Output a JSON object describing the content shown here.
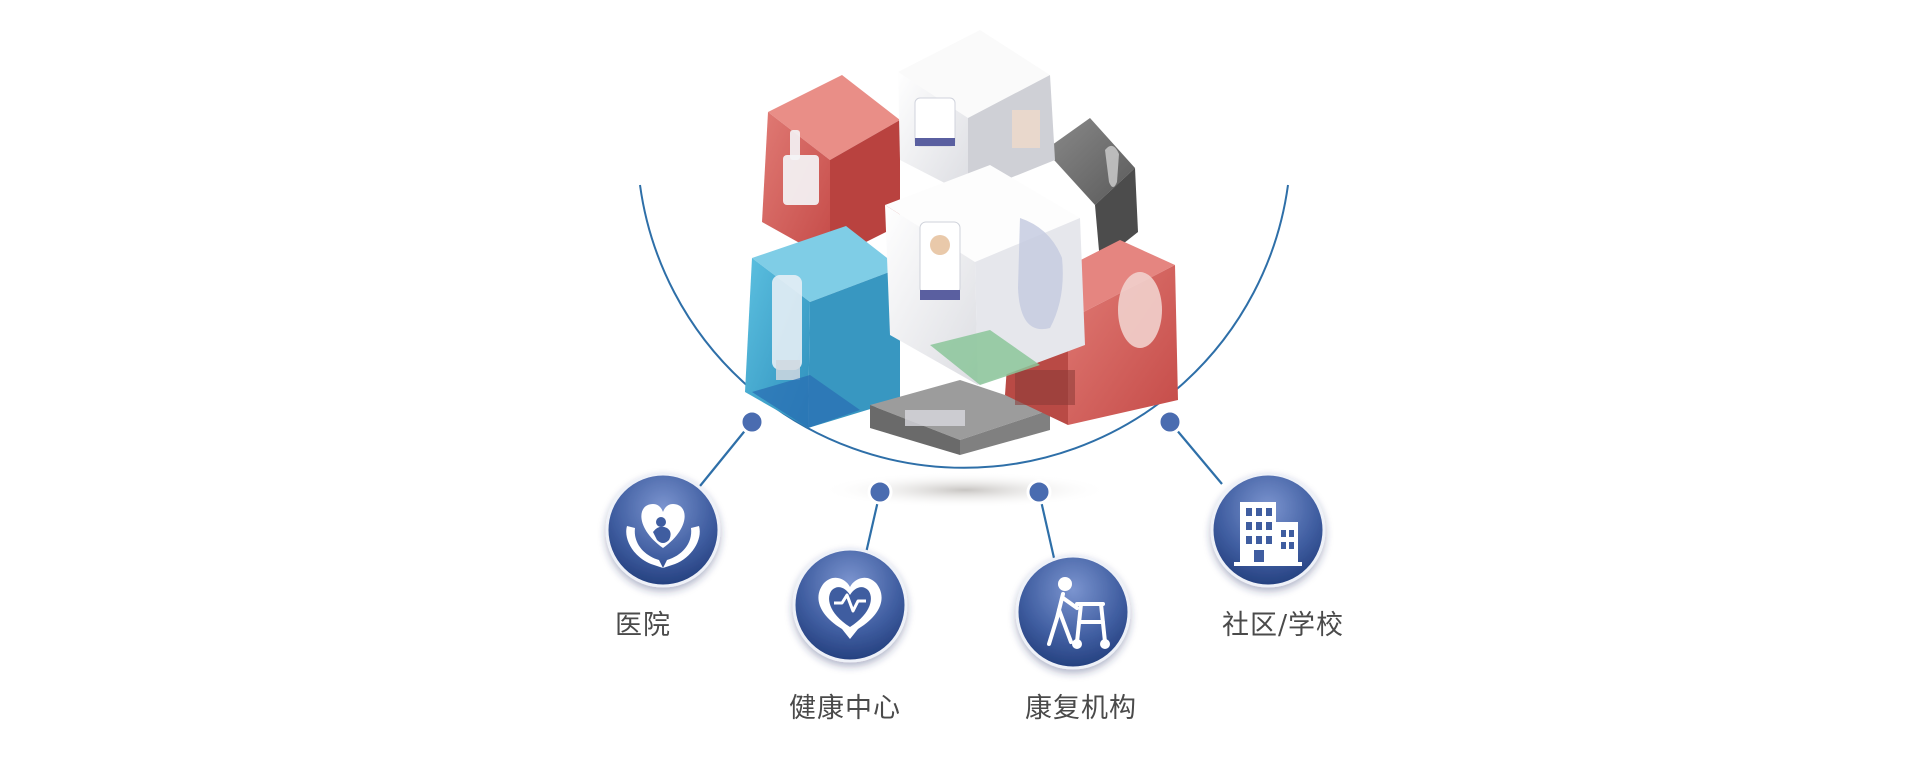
{
  "colors": {
    "arc": "#2e6fa8",
    "dot": "#4a6cb0",
    "icon_fill_top": "#6a86c4",
    "icon_fill_bottom": "#1f3a78",
    "label": "#4a4a4a",
    "cube_red": "#d8605c",
    "cube_blue": "#4ab0d2",
    "cube_gray": "#7a7a7a",
    "cube_white": "#f3f3f5"
  },
  "nodes": [
    {
      "id": "hospital",
      "label": "医院",
      "icon": "heart-hands-icon"
    },
    {
      "id": "health-center",
      "label": "健康中心",
      "icon": "heart-pulse-icon"
    },
    {
      "id": "rehab",
      "label": "康复机构",
      "icon": "walker-icon"
    },
    {
      "id": "community-school",
      "label": "社区/学校",
      "icon": "building-icon"
    }
  ]
}
